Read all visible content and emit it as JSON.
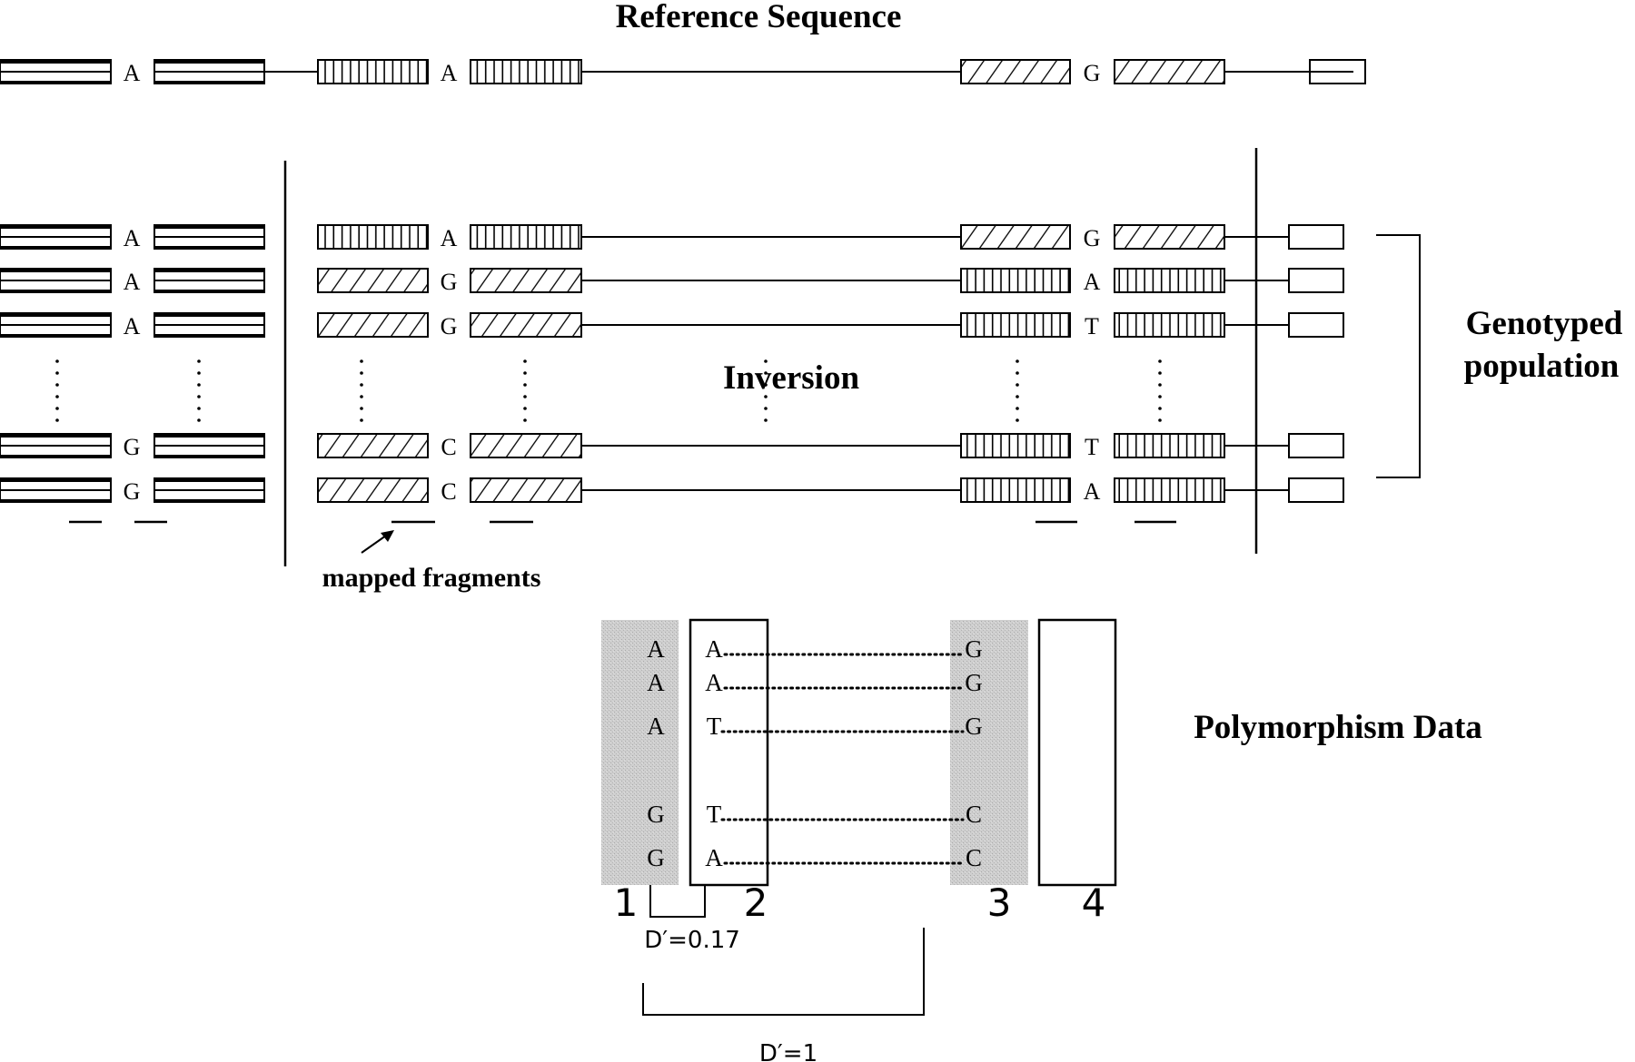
{
  "titles": {
    "reference": "Reference Sequence",
    "inversion": "Inversion",
    "genotyped_line1": "Genotyped",
    "genotyped_line2": "population",
    "mapped_fragments": "mapped fragments",
    "polymorphism": "Polymorphism Data"
  },
  "colors": {
    "ink": "#000000",
    "shade": "#c8c8c8",
    "background": "#ffffff"
  },
  "reference_row": {
    "alleles": [
      "A",
      "A",
      "G"
    ],
    "patterns": [
      "double-bar",
      "vertical-stripe",
      "diagonal-hatch",
      "open-end"
    ]
  },
  "population_rows": [
    {
      "alleles": [
        "A",
        "A",
        "G"
      ],
      "patterns": [
        "double-bar",
        "vertical-stripe",
        "diagonal-hatch"
      ]
    },
    {
      "alleles": [
        "A",
        "G",
        "A"
      ],
      "patterns": [
        "double-bar",
        "diagonal-hatch",
        "vertical-stripe"
      ]
    },
    {
      "alleles": [
        "A",
        "G",
        "T"
      ],
      "patterns": [
        "double-bar",
        "diagonal-hatch",
        "vertical-stripe"
      ]
    },
    {
      "alleles": [
        "G",
        "C",
        "T"
      ],
      "patterns": [
        "double-bar",
        "diagonal-hatch",
        "vertical-stripe"
      ]
    },
    {
      "alleles": [
        "G",
        "C",
        "A"
      ],
      "patterns": [
        "double-bar",
        "diagonal-hatch",
        "vertical-stripe"
      ]
    }
  ],
  "polymorphism": {
    "column_labels": [
      "1",
      "2",
      "3",
      "4"
    ],
    "column1": [
      "A",
      "A",
      "A",
      "G",
      "G"
    ],
    "column2": [
      "A",
      "A",
      "T",
      "T",
      "A"
    ],
    "column3": [
      "G",
      "G",
      "G",
      "C",
      "C"
    ],
    "links": [
      {
        "label": "D′=0.17",
        "from": "1",
        "to": "2",
        "d_prime": 0.17
      },
      {
        "label": "D′=1",
        "from": "1",
        "to": "3",
        "d_prime": 1
      }
    ]
  }
}
